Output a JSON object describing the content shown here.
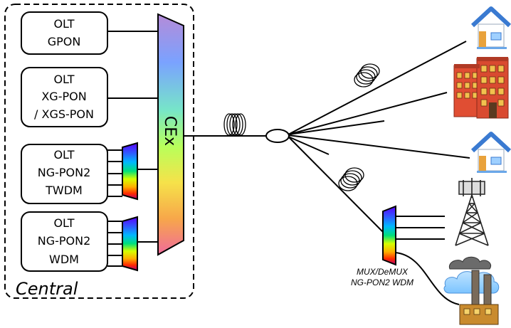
{
  "central": {
    "label": "Central"
  },
  "combiner": {
    "label": "CEx"
  },
  "olts": [
    {
      "lines": [
        "OLT",
        "GPON"
      ]
    },
    {
      "lines": [
        "OLT",
        "XG-PON",
        "/ XGS-PON"
      ]
    },
    {
      "lines": [
        "OLT",
        "NG-PON2",
        "TWDM"
      ]
    },
    {
      "lines": [
        "OLT",
        "NG-PON2",
        "WDM"
      ]
    }
  ],
  "mux": {
    "line1": "MUX/DeMUX",
    "line2": "NG-PON2 WDM"
  },
  "icons": [
    "fiber-coil-icon",
    "splitter-icon",
    "house-icon",
    "apartment-building-icon",
    "cell-tower-icon",
    "factory-icon"
  ],
  "colors": {
    "rainbow": [
      "#6a00ff",
      "#2f5bff",
      "#00b7ff",
      "#00e07a",
      "#d6ff00",
      "#ffb000",
      "#ff2a00",
      "#b0007a"
    ],
    "cex_gradient": [
      "#b58bd8",
      "#7aa2ff",
      "#77e6c8",
      "#b8ff5a",
      "#f6e24a",
      "#f7a74a",
      "#f06b9b"
    ],
    "house_wall": "#ffffff",
    "house_roof": "#3a7ad1",
    "building_brick": "#e04e33"
  }
}
